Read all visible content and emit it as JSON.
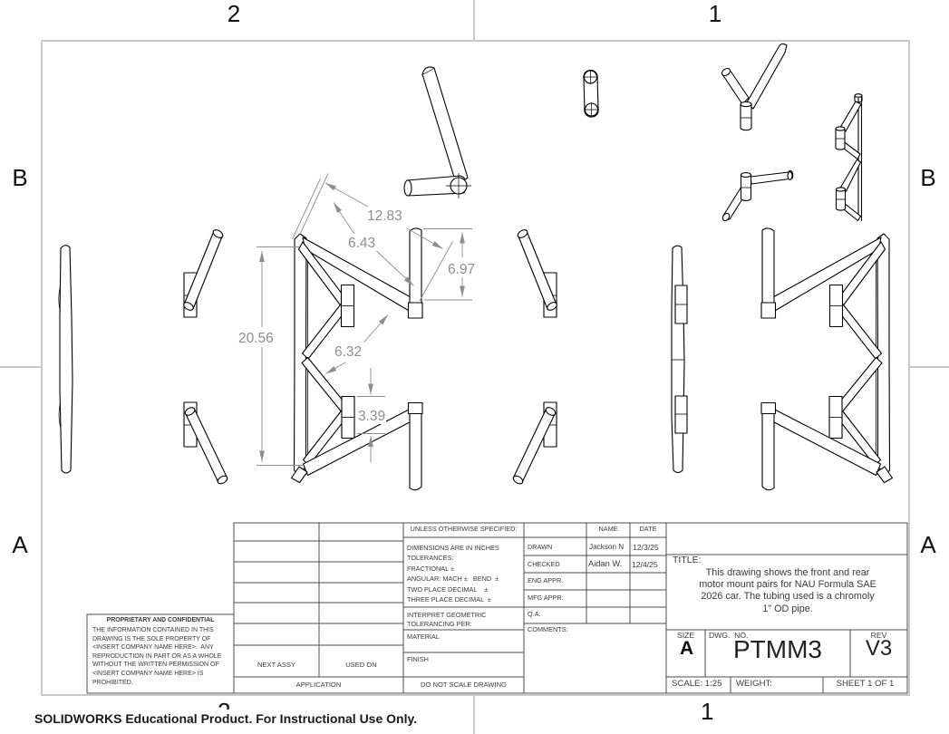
{
  "zones": {
    "top_left": "2",
    "top_right": "1",
    "upper": "B",
    "lower": "A"
  },
  "dims": {
    "d_12_83": "12.83",
    "d_6_43": "6.43",
    "d_6_97": "6.97",
    "d_20_56": "20.56",
    "d_6_32": "6.32",
    "d_3_39": "3.39"
  },
  "tb": {
    "proprietary_heading": "PROPRIETARY AND CONFIDENTIAL",
    "proprietary_lines": [
      "THE INFORMATION CONTAINED IN THIS",
      "DRAWING IS THE SOLE PROPERTY OF",
      "<INSERT COMPANY NAME HERE>.  ANY",
      "REPRODUCTION IN PART OR AS A WHOLE",
      "WITHOUT THE WRITTEN PERMISSION OF",
      "<INSERT COMPANY NAME HERE> IS",
      "PROHIBITED."
    ],
    "unless": "UNLESS OTHERWISE SPECIFIED:",
    "tol_lines": [
      "DIMENSIONS ARE IN INCHES",
      "TOLERANCES:",
      "FRACTIONAL ±",
      "ANGULAR: MACH ±   BEND  ±",
      "TWO PLACE DECIMAL    ±",
      "THREE PLACE DECIMAL  ±"
    ],
    "interpret_lines": [
      "INTERPRET GEOMETRIC",
      "TOLERANCING PER:"
    ],
    "material": "MATERIAL",
    "finish": "FINISH",
    "do_not_scale": "DO NOT SCALE DRAWING",
    "next_assy": "NEXT ASSY",
    "used_on": "USED ON",
    "application": "APPLICATION",
    "name_h": "NAME",
    "date_h": "DATE",
    "rows": [
      {
        "label": "DRAWN",
        "name": "Jackson N",
        "date": "12/3/25"
      },
      {
        "label": "CHECKED",
        "name": "Aidan W.",
        "date": "12/4/25"
      },
      {
        "label": "ENG APPR.",
        "name": "",
        "date": ""
      },
      {
        "label": "MFG APPR.",
        "name": "",
        "date": ""
      },
      {
        "label": "Q.A.",
        "name": "",
        "date": ""
      }
    ],
    "comments": "COMMENTS:",
    "title_label": "TITLE:",
    "title_lines": [
      "This drawing shows the front and rear",
      "motor mount pairs for NAU Formula SAE",
      "2026 car. The tubing used is a chromoly",
      "1\" OD pipe."
    ],
    "size_label": "SIZE",
    "size_value": "A",
    "dwg_label": "DWG.  NO.",
    "dwg_value": "PTMM3",
    "rev_label": "REV",
    "rev_value": "V3",
    "scale": "SCALE: 1:25",
    "weight": "WEIGHT:",
    "sheet": "SHEET 1 OF 1"
  },
  "footer": "SOLIDWORKS Educational Product. For Instructional Use Only.",
  "colors": {
    "part_line": "#000000",
    "dimension": "#8e8e8e",
    "sheet_border": "#c9c9c9",
    "table_line": "#4d4d4d"
  }
}
